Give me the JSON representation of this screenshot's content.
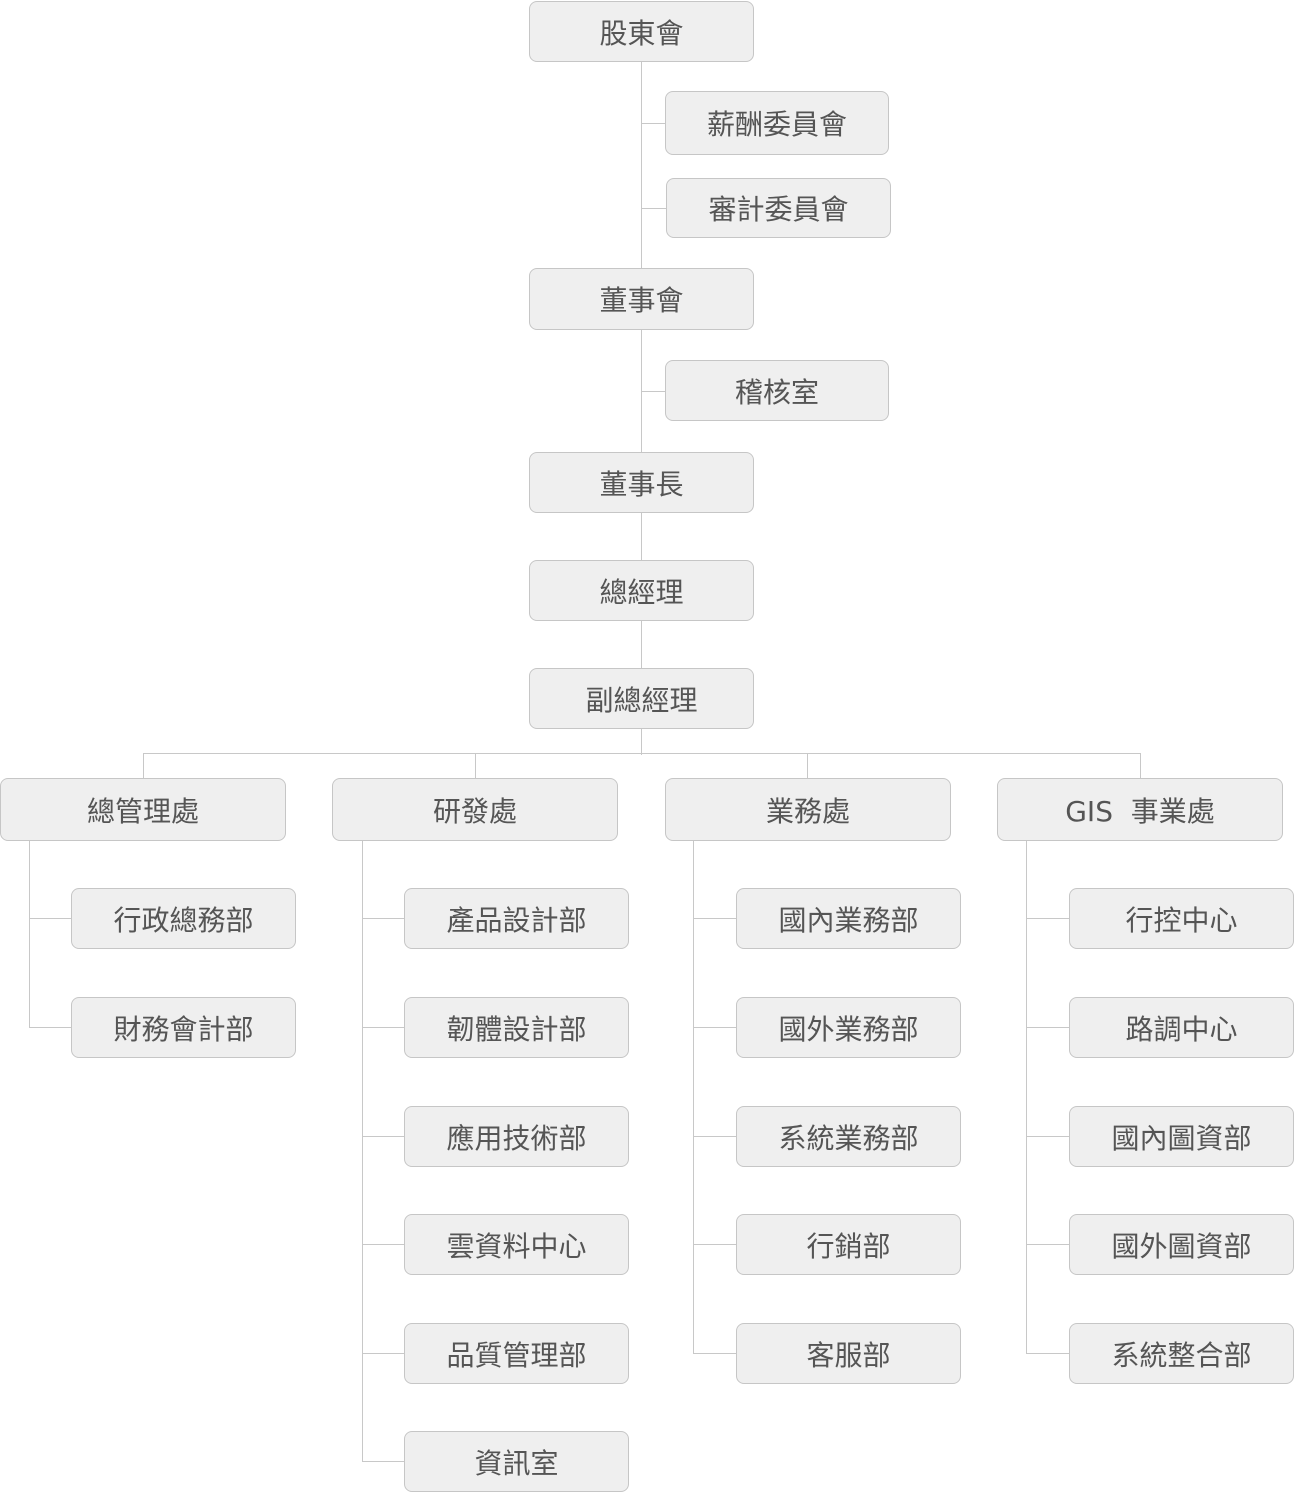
{
  "top": {
    "shareholders": "股東會",
    "compensation_committee": "薪酬委員會",
    "audit_committee": "審計委員會",
    "board": "董事會",
    "audit_office": "稽核室",
    "chairman": "董事長",
    "general_manager": "總經理",
    "deputy_general_manager": "副總經理"
  },
  "divisions": [
    {
      "name": "總管理處",
      "departments": [
        "行政總務部",
        "財務會計部"
      ]
    },
    {
      "name": "研發處",
      "departments": [
        "產品設計部",
        "韌體設計部",
        "應用技術部",
        "雲資料中心",
        "品質管理部",
        "資訊室"
      ]
    },
    {
      "name": "業務處",
      "departments": [
        "國內業務部",
        "國外業務部",
        "系統業務部",
        "行銷部",
        "客服部"
      ]
    },
    {
      "name": "GIS  事業處",
      "departments": [
        "行控中心",
        "路調中心",
        "國內圖資部",
        "國外圖資部",
        "系統整合部"
      ]
    }
  ]
}
